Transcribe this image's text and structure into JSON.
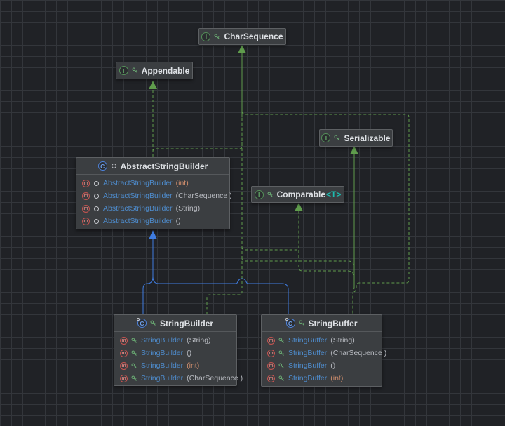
{
  "diagram": {
    "kind": "uml-class-diagram",
    "colors": {
      "background": "#202226",
      "grid_line": "#33363b",
      "node_fill": "#3b3e41",
      "node_border": "#5d6063",
      "realization_edge": "#5f9c4c",
      "generalization_edge": "#3f7ce0",
      "method_name": "#4e8ccd",
      "primitive_param": "#cf8e6d",
      "class_param": "#b7bac0",
      "generic_type": "#1dbcb0"
    }
  },
  "icon_letters": {
    "interface": "I",
    "class": "C",
    "method": "m"
  },
  "nodes": {
    "char_sequence": {
      "title": "CharSequence"
    },
    "appendable": {
      "title": "Appendable"
    },
    "serializable": {
      "title": "Serializable"
    },
    "comparable": {
      "title_base": "Comparable",
      "title_generic": "<T>"
    },
    "abstract_string_builder": {
      "title": "AbstractStringBuilder",
      "rows": [
        {
          "name": "AbstractStringBuilder",
          "params": "(int)"
        },
        {
          "name": "AbstractStringBuilder",
          "params": "(CharSequence )"
        },
        {
          "name": "AbstractStringBuilder",
          "params": "(String)"
        },
        {
          "name": "AbstractStringBuilder",
          "params": "()"
        }
      ]
    },
    "string_builder": {
      "title": "StringBuilder",
      "rows": [
        {
          "name": "StringBuilder",
          "params": "(String)"
        },
        {
          "name": "StringBuilder",
          "params": "()"
        },
        {
          "name": "StringBuilder",
          "params": "(int)"
        },
        {
          "name": "StringBuilder",
          "params": "(CharSequence )"
        }
      ]
    },
    "string_buffer": {
      "title": "StringBuffer",
      "rows": [
        {
          "name": "StringBuffer",
          "params": "(String)"
        },
        {
          "name": "StringBuffer",
          "params": "(CharSequence )"
        },
        {
          "name": "StringBuffer",
          "params": "()"
        },
        {
          "name": "StringBuffer",
          "params": "(int)"
        }
      ]
    }
  },
  "edges": [
    {
      "from": "AbstractStringBuilder",
      "to": "Appendable",
      "type": "implements"
    },
    {
      "from": "AbstractStringBuilder",
      "to": "CharSequence",
      "type": "implements"
    },
    {
      "from": "StringBuilder",
      "to": "CharSequence",
      "type": "implements"
    },
    {
      "from": "StringBuilder",
      "to": "Comparable<T>",
      "type": "implements"
    },
    {
      "from": "StringBuilder",
      "to": "Serializable",
      "type": "implements"
    },
    {
      "from": "StringBuffer",
      "to": "CharSequence",
      "type": "implements"
    },
    {
      "from": "StringBuffer",
      "to": "Comparable<T>",
      "type": "implements"
    },
    {
      "from": "StringBuffer",
      "to": "Serializable",
      "type": "implements"
    },
    {
      "from": "StringBuilder",
      "to": "AbstractStringBuilder",
      "type": "extends"
    },
    {
      "from": "StringBuffer",
      "to": "AbstractStringBuilder",
      "type": "extends"
    }
  ]
}
